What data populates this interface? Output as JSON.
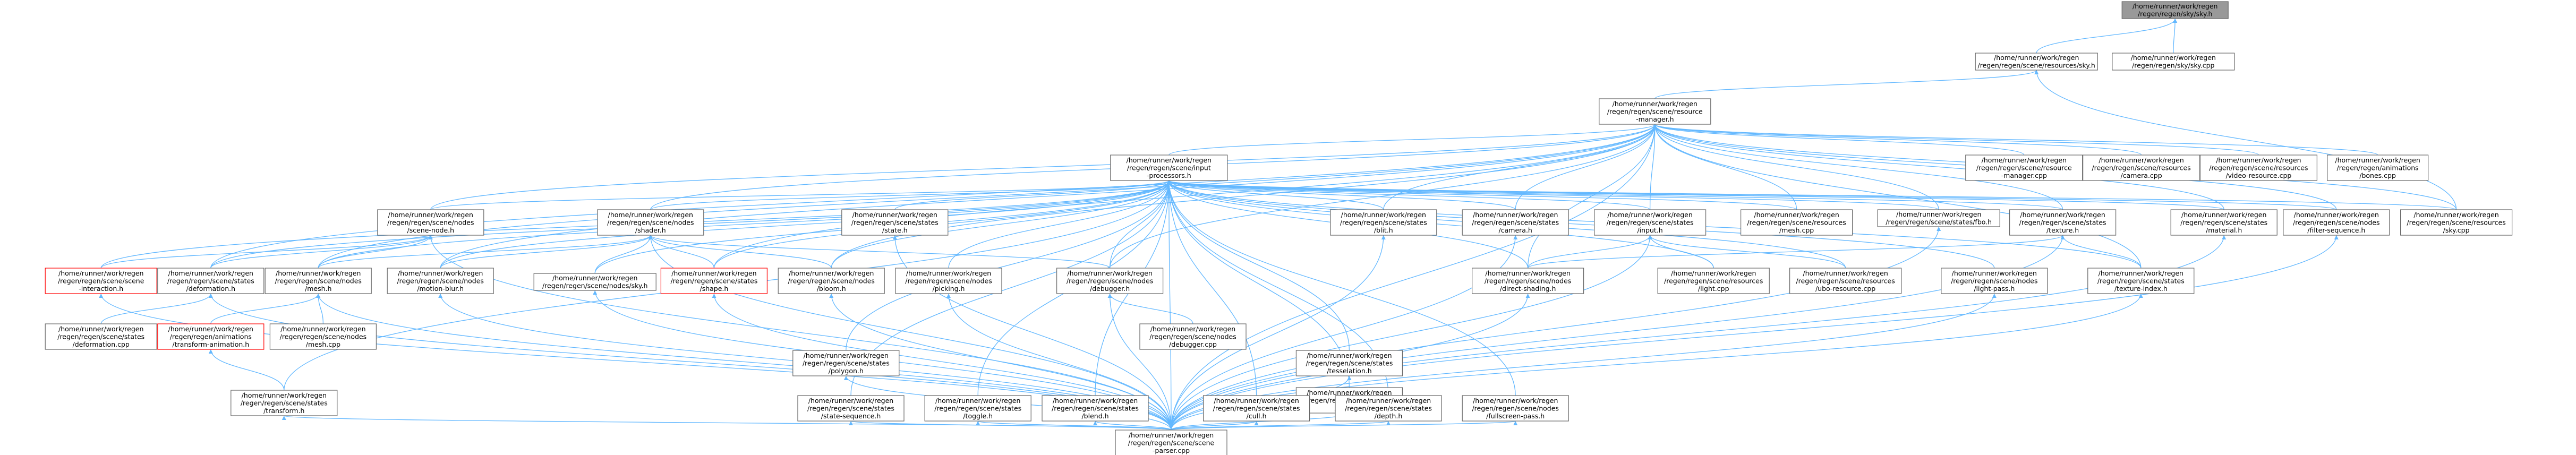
{
  "graph": {
    "colors": {
      "edge": "#63b8ff",
      "border": "#666666",
      "root_fill": "#999999",
      "highlight_border": "#ff0000",
      "background": "#ffffff"
    },
    "nodes": [
      {
        "id": "root",
        "lines": [
          "/home/runner/work/regen",
          "/regen/regen/sky/sky.h"
        ],
        "style": "root"
      },
      {
        "id": "skyh",
        "lines": [
          "/home/runner/work/regen",
          "/regen/regen/scene/resources/sky.h"
        ],
        "style": "normal"
      },
      {
        "id": "skycpp_top",
        "lines": [
          "/home/runner/work/regen",
          "/regen/regen/sky/sky.cpp"
        ],
        "style": "normal"
      },
      {
        "id": "rm",
        "lines": [
          "/home/runner/work/regen",
          "/regen/regen/scene/resource",
          "-manager.h"
        ],
        "style": "normal"
      },
      {
        "id": "ip",
        "lines": [
          "/home/runner/work/regen",
          "/regen/regen/scene/input",
          "-processors.h"
        ],
        "style": "normal"
      },
      {
        "id": "rmcpp",
        "lines": [
          "/home/runner/work/regen",
          "/regen/regen/scene/resource",
          "-manager.cpp"
        ],
        "style": "normal"
      },
      {
        "id": "camcpp",
        "lines": [
          "/home/runner/work/regen",
          "/regen/regen/scene/resources",
          "/camera.cpp"
        ],
        "style": "normal"
      },
      {
        "id": "videocpp",
        "lines": [
          "/home/runner/work/regen",
          "/regen/regen/scene/resources",
          "/video-resource.cpp"
        ],
        "style": "normal"
      },
      {
        "id": "bonescpp",
        "lines": [
          "/home/runner/work/regen",
          "/regen/regen/animations",
          "/bones.cpp"
        ],
        "style": "normal"
      },
      {
        "id": "scenenode",
        "lines": [
          "/home/runner/work/regen",
          "/regen/regen/scene/nodes",
          "/scene-node.h"
        ],
        "style": "normal"
      },
      {
        "id": "shader",
        "lines": [
          "/home/runner/work/regen",
          "/regen/regen/scene/nodes",
          "/shader.h"
        ],
        "style": "normal"
      },
      {
        "id": "statesstate",
        "lines": [
          "/home/runner/work/regen",
          "/regen/regen/scene/states",
          "/state.h"
        ],
        "style": "normal"
      },
      {
        "id": "blit",
        "lines": [
          "/home/runner/work/regen",
          "/regen/regen/scene/states",
          "/blit.h"
        ],
        "style": "normal"
      },
      {
        "id": "camerah",
        "lines": [
          "/home/runner/work/regen",
          "/regen/regen/scene/states",
          "/camera.h"
        ],
        "style": "normal"
      },
      {
        "id": "inputh",
        "lines": [
          "/home/runner/work/regen",
          "/regen/regen/scene/states",
          "/input.h"
        ],
        "style": "normal"
      },
      {
        "id": "meshcpp_r",
        "lines": [
          "/home/runner/work/regen",
          "/regen/regen/scene/resources",
          "/mesh.cpp"
        ],
        "style": "normal"
      },
      {
        "id": "fbo",
        "lines": [
          "/home/runner/work/regen",
          "/regen/regen/scene/states/fbo.h"
        ],
        "style": "normal"
      },
      {
        "id": "texture",
        "lines": [
          "/home/runner/work/regen",
          "/regen/regen/scene/states",
          "/texture.h"
        ],
        "style": "normal"
      },
      {
        "id": "material",
        "lines": [
          "/home/runner/work/regen",
          "/regen/regen/scene/states",
          "/material.h"
        ],
        "style": "normal"
      },
      {
        "id": "filterseq",
        "lines": [
          "/home/runner/work/regen",
          "/regen/regen/scene/nodes",
          "/filter-sequence.h"
        ],
        "style": "normal"
      },
      {
        "id": "skycpp_r",
        "lines": [
          "/home/runner/work/regen",
          "/regen/regen/scene/resources",
          "/sky.cpp"
        ],
        "style": "normal"
      },
      {
        "id": "sceneinter",
        "lines": [
          "/home/runner/work/regen",
          "/regen/regen/scene/scene",
          "-interaction.h"
        ],
        "style": "red"
      },
      {
        "id": "deform",
        "lines": [
          "/home/runner/work/regen",
          "/regen/regen/scene/states",
          "/deformation.h"
        ],
        "style": "normal"
      },
      {
        "id": "meshh",
        "lines": [
          "/home/runner/work/regen",
          "/regen/regen/scene/nodes",
          "/mesh.h"
        ],
        "style": "normal"
      },
      {
        "id": "motionblur",
        "lines": [
          "/home/runner/work/regen",
          "/regen/regen/scene/nodes",
          "/motion-blur.h"
        ],
        "style": "normal"
      },
      {
        "id": "skynode",
        "lines": [
          "/home/runner/work/regen",
          "/regen/regen/scene/nodes/sky.h"
        ],
        "style": "normal"
      },
      {
        "id": "shapeh",
        "lines": [
          "/home/runner/work/regen",
          "/regen/regen/scene/states",
          "/shape.h"
        ],
        "style": "red"
      },
      {
        "id": "bloom",
        "lines": [
          "/home/runner/work/regen",
          "/regen/regen/scene/nodes",
          "/bloom.h"
        ],
        "style": "normal"
      },
      {
        "id": "picking",
        "lines": [
          "/home/runner/work/regen",
          "/regen/regen/scene/nodes",
          "/picking.h"
        ],
        "style": "normal"
      },
      {
        "id": "debugger",
        "lines": [
          "/home/runner/work/regen",
          "/regen/regen/scene/nodes",
          "/debugger.h"
        ],
        "style": "normal"
      },
      {
        "id": "directshading",
        "lines": [
          "/home/runner/work/regen",
          "/regen/regen/scene/nodes",
          "/direct-shading.h"
        ],
        "style": "normal"
      },
      {
        "id": "lightcpp",
        "lines": [
          "/home/runner/work/regen",
          "/regen/regen/scene/resources",
          "/light.cpp"
        ],
        "style": "normal"
      },
      {
        "id": "ubocpp",
        "lines": [
          "/home/runner/work/regen",
          "/regen/regen/scene/resources",
          "/ubo-resource.cpp"
        ],
        "style": "normal"
      },
      {
        "id": "lightpass",
        "lines": [
          "/home/runner/work/regen",
          "/regen/regen/scene/nodes",
          "/light-pass.h"
        ],
        "style": "normal"
      },
      {
        "id": "texindex",
        "lines": [
          "/home/runner/work/regen",
          "/regen/regen/scene/states",
          "/texture-index.h"
        ],
        "style": "normal"
      },
      {
        "id": "deformcpp",
        "lines": [
          "/home/runner/work/regen",
          "/regen/regen/scene/states",
          "/deformation.cpp"
        ],
        "style": "normal"
      },
      {
        "id": "transanim",
        "lines": [
          "/home/runner/work/regen",
          "/regen/regen/animations",
          "/transform-animation.h"
        ],
        "style": "red"
      },
      {
        "id": "meshcpp_n",
        "lines": [
          "/home/runner/work/regen",
          "/regen/regen/scene/nodes",
          "/mesh.cpp"
        ],
        "style": "normal"
      },
      {
        "id": "debuggercpp",
        "lines": [
          "/home/runner/work/regen",
          "/regen/regen/scene/nodes",
          "/debugger.cpp"
        ],
        "style": "normal"
      },
      {
        "id": "polygon",
        "lines": [
          "/home/runner/work/regen",
          "/regen/regen/scene/states",
          "/polygon.h"
        ],
        "style": "normal"
      },
      {
        "id": "tess",
        "lines": [
          "/home/runner/work/regen",
          "/regen/regen/scene/states",
          "/tesselation.h"
        ],
        "style": "normal"
      },
      {
        "id": "define",
        "lines": [
          "/home/runner/work/regen",
          "/regen/regen/scene/states",
          "/define.h"
        ],
        "style": "normal"
      },
      {
        "id": "transform",
        "lines": [
          "/home/runner/work/regen",
          "/regen/regen/scene/states",
          "/transform.h"
        ],
        "style": "normal"
      },
      {
        "id": "stateseq",
        "lines": [
          "/home/runner/work/regen",
          "/regen/regen/scene/states",
          "/state-sequence.h"
        ],
        "style": "normal"
      },
      {
        "id": "toggle",
        "lines": [
          "/home/runner/work/regen",
          "/regen/regen/scene/states",
          "/toggle.h"
        ],
        "style": "normal"
      },
      {
        "id": "blend",
        "lines": [
          "/home/runner/work/regen",
          "/regen/regen/scene/states",
          "/blend.h"
        ],
        "style": "normal"
      },
      {
        "id": "cull",
        "lines": [
          "/home/runner/work/regen",
          "/regen/regen/scene/states",
          "/cull.h"
        ],
        "style": "normal"
      },
      {
        "id": "depth",
        "lines": [
          "/home/runner/work/regen",
          "/regen/regen/scene/states",
          "/depth.h"
        ],
        "style": "normal"
      },
      {
        "id": "fullscreen",
        "lines": [
          "/home/runner/work/regen",
          "/regen/regen/scene/nodes",
          "/fullscreen-pass.h"
        ],
        "style": "normal"
      },
      {
        "id": "parser",
        "lines": [
          "/home/runner/work/regen",
          "/regen/regen/scene/scene",
          "-parser.cpp"
        ],
        "style": "normal"
      }
    ],
    "edges": [
      [
        "root",
        "skyh"
      ],
      [
        "root",
        "skycpp_top"
      ],
      [
        "skyh",
        "rm"
      ],
      [
        "skyh",
        "skycpp_r"
      ],
      [
        "rm",
        "ip"
      ],
      [
        "rm",
        "rmcpp"
      ],
      [
        "rm",
        "camcpp"
      ],
      [
        "rm",
        "videocpp"
      ],
      [
        "rm",
        "bonescpp"
      ],
      [
        "rm",
        "scenenode"
      ],
      [
        "rm",
        "shader"
      ],
      [
        "rm",
        "blit"
      ],
      [
        "rm",
        "camerah"
      ],
      [
        "rm",
        "inputh"
      ],
      [
        "rm",
        "meshcpp_r"
      ],
      [
        "rm",
        "fbo"
      ],
      [
        "rm",
        "texture"
      ],
      [
        "rm",
        "material"
      ],
      [
        "rm",
        "filterseq"
      ],
      [
        "rm",
        "skycpp_r"
      ],
      [
        "rm",
        "deform"
      ],
      [
        "rm",
        "meshh"
      ],
      [
        "rm",
        "motionblur"
      ],
      [
        "rm",
        "shapeh"
      ],
      [
        "rm",
        "bloom"
      ],
      [
        "rm",
        "debugger"
      ],
      [
        "rm",
        "directshading"
      ],
      [
        "rm",
        "texindex"
      ],
      [
        "rm",
        "parser"
      ],
      [
        "ip",
        "scenenode"
      ],
      [
        "ip",
        "shader"
      ],
      [
        "ip",
        "statesstate"
      ],
      [
        "ip",
        "blit"
      ],
      [
        "ip",
        "camerah"
      ],
      [
        "ip",
        "inputh"
      ],
      [
        "ip",
        "meshcpp_r"
      ],
      [
        "ip",
        "fbo"
      ],
      [
        "ip",
        "texture"
      ],
      [
        "ip",
        "material"
      ],
      [
        "ip",
        "filterseq"
      ],
      [
        "ip",
        "skycpp_r"
      ],
      [
        "ip",
        "sceneinter"
      ],
      [
        "ip",
        "deform"
      ],
      [
        "ip",
        "meshh"
      ],
      [
        "ip",
        "motionblur"
      ],
      [
        "ip",
        "skynode"
      ],
      [
        "ip",
        "shapeh"
      ],
      [
        "ip",
        "bloom"
      ],
      [
        "ip",
        "picking"
      ],
      [
        "ip",
        "debugger"
      ],
      [
        "ip",
        "directshading"
      ],
      [
        "ip",
        "lightcpp"
      ],
      [
        "ip",
        "ubocpp"
      ],
      [
        "ip",
        "lightpass"
      ],
      [
        "ip",
        "texindex"
      ],
      [
        "ip",
        "polygon"
      ],
      [
        "ip",
        "tess"
      ],
      [
        "ip",
        "define"
      ],
      [
        "ip",
        "transform"
      ],
      [
        "ip",
        "stateseq"
      ],
      [
        "ip",
        "toggle"
      ],
      [
        "ip",
        "blend"
      ],
      [
        "ip",
        "cull"
      ],
      [
        "ip",
        "depth"
      ],
      [
        "ip",
        "fullscreen"
      ],
      [
        "ip",
        "parser"
      ],
      [
        "scenenode",
        "sceneinter"
      ],
      [
        "scenenode",
        "deform"
      ],
      [
        "scenenode",
        "meshh"
      ],
      [
        "scenenode",
        "parser"
      ],
      [
        "shader",
        "meshh"
      ],
      [
        "shader",
        "motionblur"
      ],
      [
        "shader",
        "skynode"
      ],
      [
        "shader",
        "shapeh"
      ],
      [
        "shader",
        "bloom"
      ],
      [
        "shader",
        "debugger"
      ],
      [
        "shader",
        "parser"
      ],
      [
        "statesstate",
        "parser"
      ],
      [
        "blit",
        "parser"
      ],
      [
        "camerah",
        "parser"
      ],
      [
        "inputh",
        "directshading"
      ],
      [
        "inputh",
        "lightcpp"
      ],
      [
        "inputh",
        "ubocpp"
      ],
      [
        "inputh",
        "parser"
      ],
      [
        "fbo",
        "parser"
      ],
      [
        "texture",
        "directshading"
      ],
      [
        "texture",
        "texindex"
      ],
      [
        "texture",
        "parser"
      ],
      [
        "material",
        "parser"
      ],
      [
        "filterseq",
        "parser"
      ],
      [
        "sceneinter",
        "parser"
      ],
      [
        "deform",
        "deformcpp"
      ],
      [
        "deform",
        "parser"
      ],
      [
        "meshh",
        "transanim"
      ],
      [
        "meshh",
        "meshcpp_n"
      ],
      [
        "meshh",
        "parser"
      ],
      [
        "motionblur",
        "parser"
      ],
      [
        "skynode",
        "parser"
      ],
      [
        "shapeh",
        "parser"
      ],
      [
        "bloom",
        "parser"
      ],
      [
        "picking",
        "parser"
      ],
      [
        "debugger",
        "debuggercpp"
      ],
      [
        "debugger",
        "parser"
      ],
      [
        "directshading",
        "parser"
      ],
      [
        "lightpass",
        "parser"
      ],
      [
        "texindex",
        "parser"
      ],
      [
        "transanim",
        "transform"
      ],
      [
        "polygon",
        "parser"
      ],
      [
        "tess",
        "parser"
      ],
      [
        "define",
        "parser"
      ],
      [
        "transform",
        "parser"
      ],
      [
        "stateseq",
        "parser"
      ],
      [
        "toggle",
        "parser"
      ],
      [
        "blend",
        "parser"
      ],
      [
        "cull",
        "parser"
      ],
      [
        "depth",
        "parser"
      ],
      [
        "fullscreen",
        "parser"
      ]
    ]
  }
}
